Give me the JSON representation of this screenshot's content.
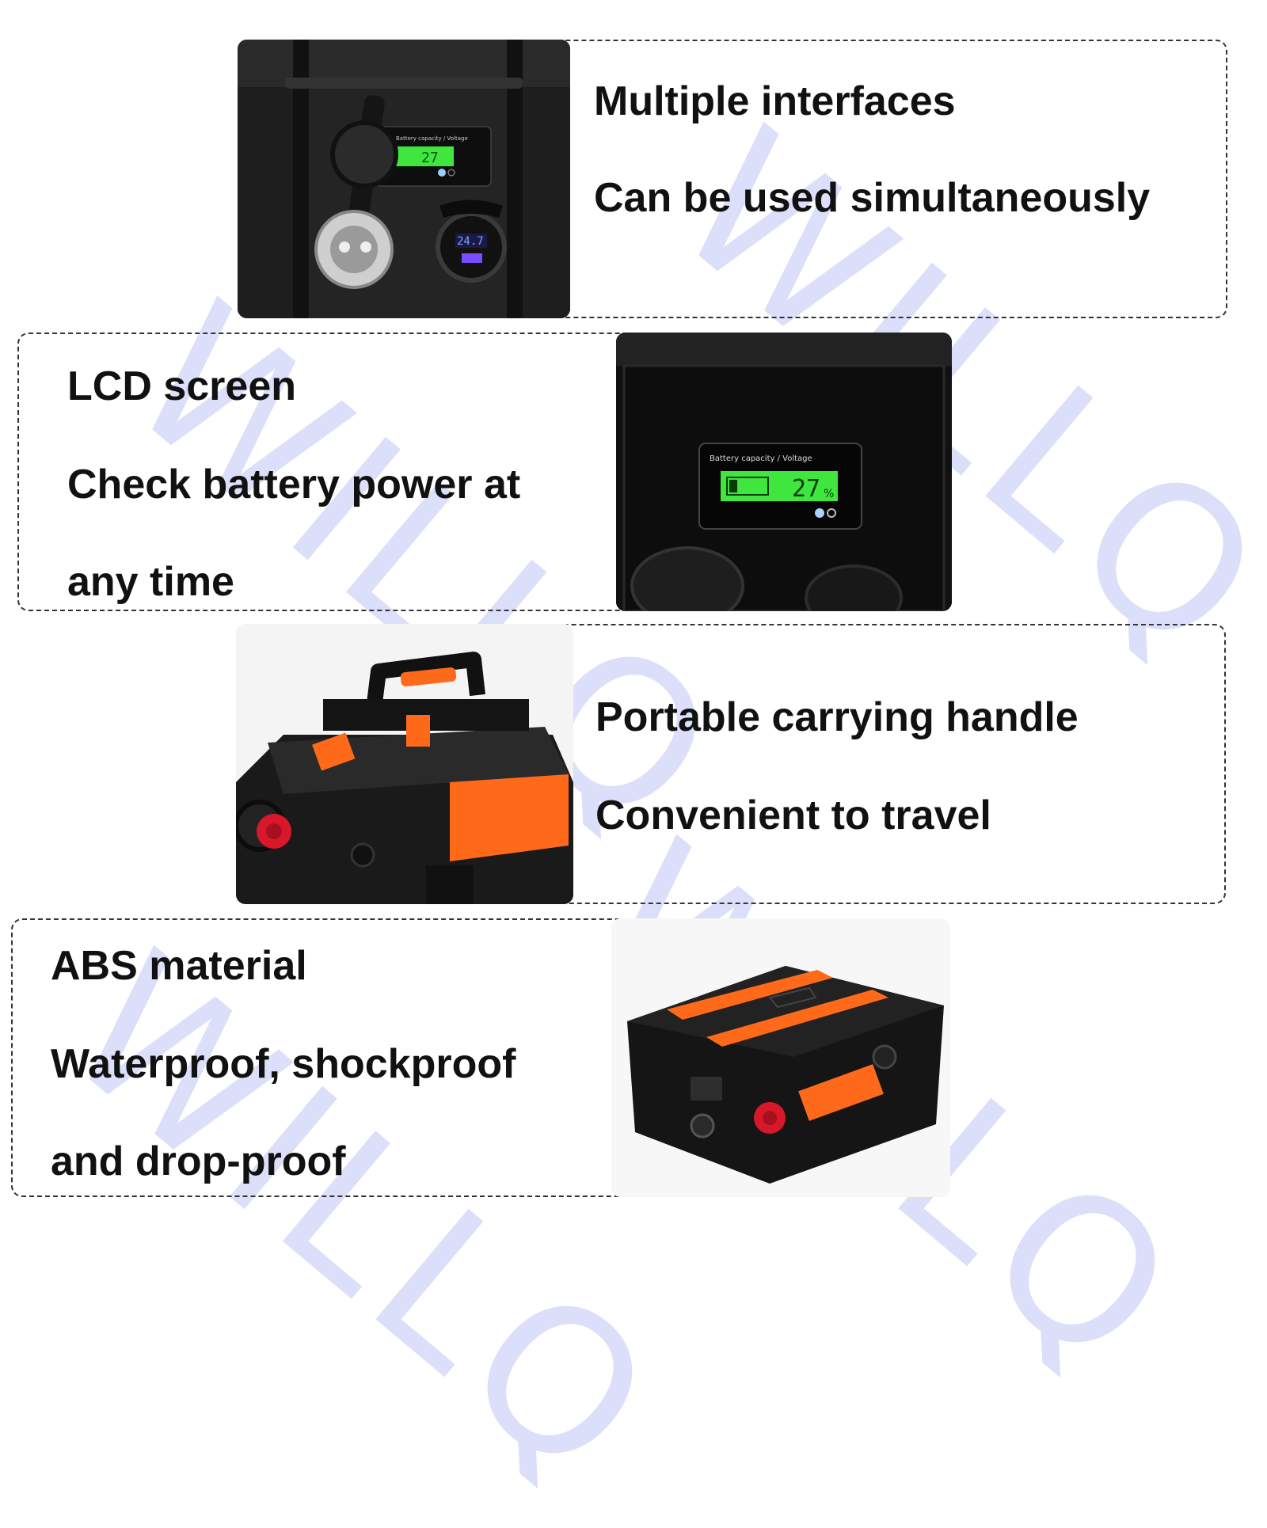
{
  "sections": [
    {
      "lines": [
        "Multiple interfaces",
        "Can be used simultaneously"
      ]
    },
    {
      "lines": [
        "LCD screen",
        "Check battery power at",
        "any time"
      ]
    },
    {
      "lines": [
        "Portable carrying handle",
        "Convenient to travel"
      ]
    },
    {
      "lines": [
        "ABS material",
        "Waterproof, shockproof",
        "and drop-proof"
      ]
    }
  ],
  "photo_labels": {
    "lcd_small": "Battery capacity / Voltage",
    "lcd_small_value": "27",
    "usb_voltage": "24.7",
    "lcd_large": "Battery capacity / Voltage",
    "lcd_large_value": "27",
    "lcd_large_unit": "%"
  },
  "watermark": "WILLQ",
  "colors": {
    "accent_orange": "#ff6a1a",
    "lcd_green": "#3ee63e",
    "terminal_red": "#d8182a",
    "watermark": "#8c96eb"
  }
}
